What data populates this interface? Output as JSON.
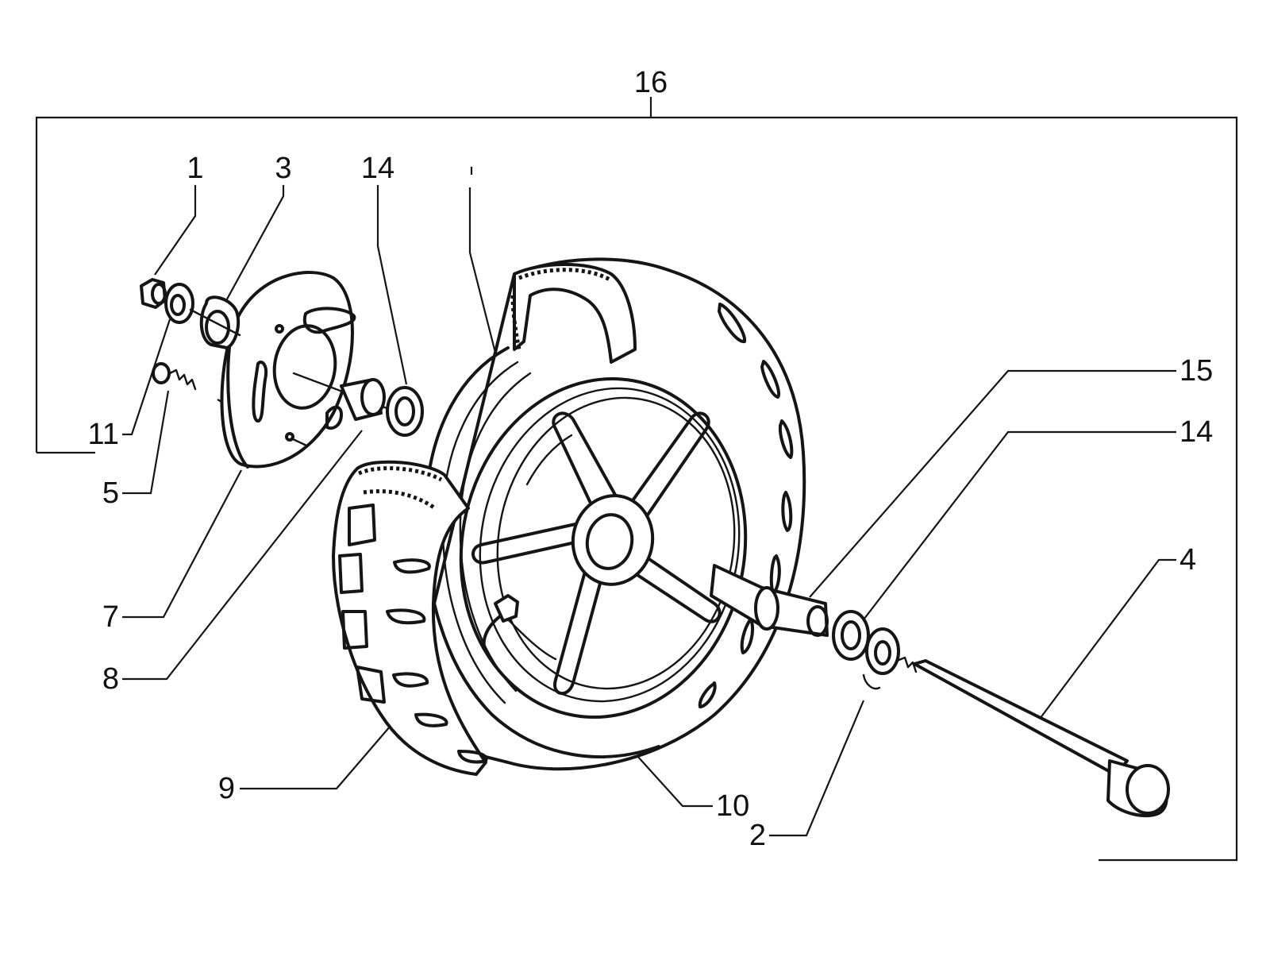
{
  "diagram": {
    "assembly_label": "16",
    "callouts": [
      {
        "id": "c1",
        "label": "1"
      },
      {
        "id": "c3",
        "label": "3"
      },
      {
        "id": "c14a",
        "label": "14"
      },
      {
        "id": "c15",
        "label": "15"
      },
      {
        "id": "c14b",
        "label": "14"
      },
      {
        "id": "c4",
        "label": "4"
      },
      {
        "id": "c11",
        "label": "11"
      },
      {
        "id": "c5",
        "label": "5"
      },
      {
        "id": "c7",
        "label": "7"
      },
      {
        "id": "c8",
        "label": "8"
      },
      {
        "id": "c9",
        "label": "9"
      },
      {
        "id": "c10",
        "label": "10"
      },
      {
        "id": "c2",
        "label": "2"
      }
    ],
    "colors": {
      "ink": "#151515",
      "background": "#ffffff"
    }
  }
}
